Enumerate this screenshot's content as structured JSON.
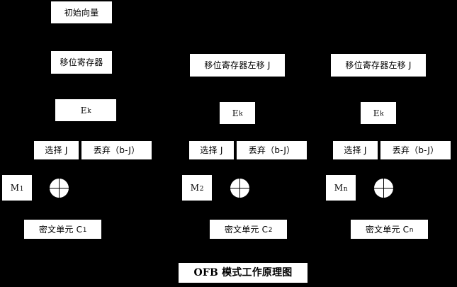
{
  "diagram": {
    "title": "OFB 模式工作原理图",
    "background_color": "#000000",
    "box_color": "#ffffff",
    "text_color": "#000000",
    "columns": [
      {
        "id": "column-1",
        "iv": "初始向量",
        "shift_register": "移位寄存器",
        "encrypt": "E",
        "encrypt_sub": "k",
        "select": "选择 J",
        "discard": "丢弃（b-J）",
        "message": "M",
        "message_sub": "1",
        "xor": "xor-operator",
        "cipher": "密文单元 C",
        "cipher_sub": "1"
      },
      {
        "id": "column-2",
        "shift_register": "移位寄存器左移 J",
        "encrypt": "E",
        "encrypt_sub": "k",
        "select": "选择 J",
        "discard": "丢弃（b-J）",
        "message": "M",
        "message_sub": "2",
        "xor": "xor-operator",
        "cipher": "密文单元 C",
        "cipher_sub": "2"
      },
      {
        "id": "column-3",
        "shift_register": "移位寄存器左移 J",
        "encrypt": "E",
        "encrypt_sub": "k",
        "select": "选择 J",
        "discard": "丢弃（b-J）",
        "message": "M",
        "message_sub": "n",
        "xor": "xor-operator",
        "cipher": "密文单元 C",
        "cipher_sub": "n"
      }
    ]
  }
}
